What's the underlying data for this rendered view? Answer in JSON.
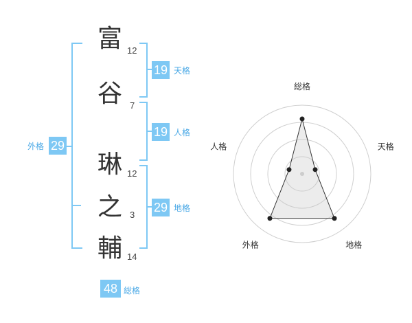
{
  "name": {
    "chars": [
      {
        "char": "富",
        "strokes": "12"
      },
      {
        "char": "谷",
        "strokes": "7"
      },
      {
        "char": "琳",
        "strokes": "12"
      },
      {
        "char": "之",
        "strokes": "3"
      },
      {
        "char": "輔",
        "strokes": "14"
      }
    ]
  },
  "kakusu": {
    "tenkaku": {
      "value": "19",
      "label": "天格"
    },
    "jinkaku": {
      "value": "19",
      "label": "人格"
    },
    "chikaku": {
      "value": "29",
      "label": "地格"
    },
    "gaikaku": {
      "value": "29",
      "label": "外格"
    },
    "soukaku": {
      "value": "48",
      "label": "総格"
    }
  },
  "colors": {
    "accent": "#7ec8f4",
    "label_text": "#4ba9e6",
    "kanji_text": "#333333"
  },
  "chart_data": {
    "type": "radar",
    "axes": [
      "総格",
      "天格",
      "地格",
      "外格",
      "人格"
    ],
    "rings": 4,
    "values": [
      4,
      1,
      4,
      4,
      1
    ],
    "max": 5
  }
}
